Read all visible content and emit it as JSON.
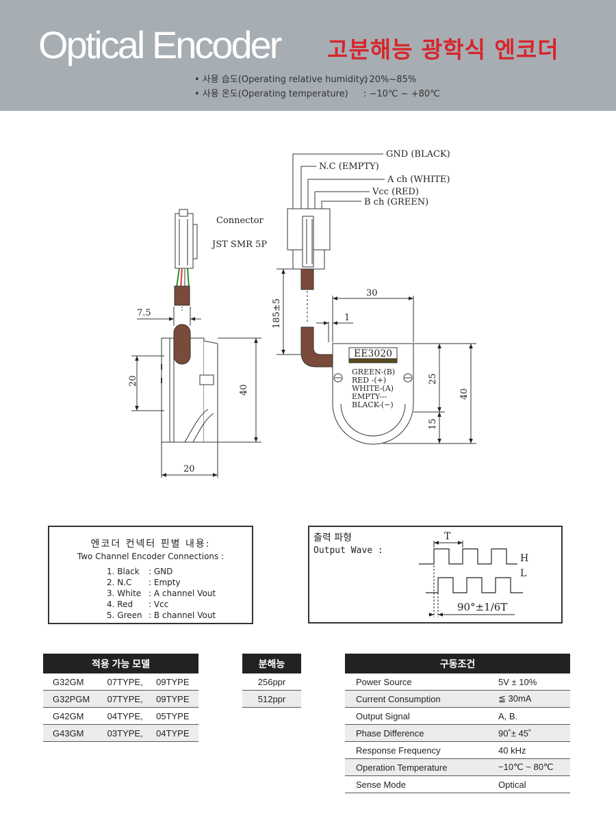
{
  "header": {
    "title_en": "Optical Encoder",
    "title_ko": "고분해능 광학식 엔코더",
    "specs": [
      {
        "label": "• 사용 습도(Operating relative humidity)",
        "value": ": 20%~85%"
      },
      {
        "label": "• 사용 온도(Operating temperature)",
        "value": ": −10℃ ~ +80℃"
      }
    ]
  },
  "drawing": {
    "wire_labels": [
      "GND (BLACK)",
      "N.C (EMPTY)",
      "A ch (WHITE)",
      "Vcc (RED)",
      "B ch (GREEN)"
    ],
    "connector_label": "Connector",
    "connector_model": "JST SMR 5P",
    "dim_7_5": "7.5",
    "dim_20_left": "20",
    "dim_40_left": "40",
    "dim_20_bottom": "20",
    "dim_185": "185±5",
    "dim_30": "30",
    "dim_1": "1",
    "dim_25": "25",
    "dim_15": "15",
    "dim_40_right": "40",
    "model_label": "EE3020",
    "pin_labels": [
      "GREEN-(B)",
      "RED    -(+)",
      "WHITE-(A)",
      "EMPTY---",
      "BLACK-(−)"
    ]
  },
  "connections": {
    "title_ko": "엔코더 컨넥터 핀별 내용:",
    "title_en": "Two Channel Encoder Connections :",
    "items": [
      {
        "n": "1. Black",
        "v": ": GND"
      },
      {
        "n": "2. N.C",
        "v": ": Empty"
      },
      {
        "n": "3. White",
        "v": ": A channel Vout"
      },
      {
        "n": "4. Red",
        "v": ": Vcc"
      },
      {
        "n": "5. Green",
        "v": ": B channel Vout"
      }
    ]
  },
  "wave": {
    "title_ko": "출력 파형",
    "title_en": "Output Wave :",
    "t_label": "T",
    "h_label": "H",
    "l_label": "L",
    "phase_label": "90°±1/6T"
  },
  "models_table": {
    "header": "적용 가능 모델",
    "rows": [
      [
        "G32GM",
        "07TYPE,",
        "09TYPE"
      ],
      [
        "G32PGM",
        "07TYPE,",
        "09TYPE"
      ],
      [
        "G42GM",
        "04TYPE,",
        "05TYPE"
      ],
      [
        "G43GM",
        "03TYPE,",
        "04TYPE"
      ]
    ]
  },
  "resolution_table": {
    "header": "분해능",
    "rows": [
      "256ppr",
      "512ppr"
    ]
  },
  "conditions_table": {
    "header": "구동조건",
    "rows": [
      [
        "Power Source",
        "5V ± 10%"
      ],
      [
        "Current Consumption",
        "≦ 30mA"
      ],
      [
        "Output Signal",
        "A, B."
      ],
      [
        "Phase Difference",
        "90˚± 45˚"
      ],
      [
        "Response Frequency",
        "40 kHz"
      ],
      [
        "Operation Temperature",
        "−10℃ ~ 80℃"
      ],
      [
        "Sense Mode",
        "Optical"
      ]
    ]
  }
}
